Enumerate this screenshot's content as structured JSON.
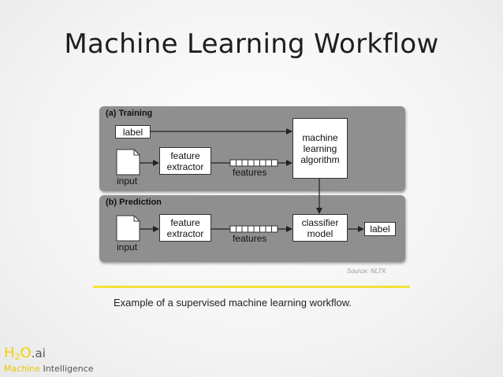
{
  "slide": {
    "title": "Machine Learning Workflow",
    "source": "Source: NLTK",
    "caption": "Example of a supervised machine learning workflow."
  },
  "diagram": {
    "training": {
      "title": "(a) Training",
      "label_box": "label",
      "input": "input",
      "extractor": [
        "feature",
        "extractor"
      ],
      "features": "features",
      "algorithm": [
        "machine",
        "learning",
        "algorithm"
      ]
    },
    "prediction": {
      "title": "(b) Prediction",
      "input": "input",
      "extractor": [
        "feature",
        "extractor"
      ],
      "features": "features",
      "model": [
        "classifier",
        "model"
      ],
      "label_box": "label"
    }
  },
  "logo": {
    "h": "H",
    "two": "2",
    "o": "O",
    "ai": ".ai",
    "machine": "Machine",
    "intelligence": "Intelligence"
  },
  "colors": {
    "accent_yellow": "#f2e23a",
    "panel_gray": "#8f8f8f"
  }
}
